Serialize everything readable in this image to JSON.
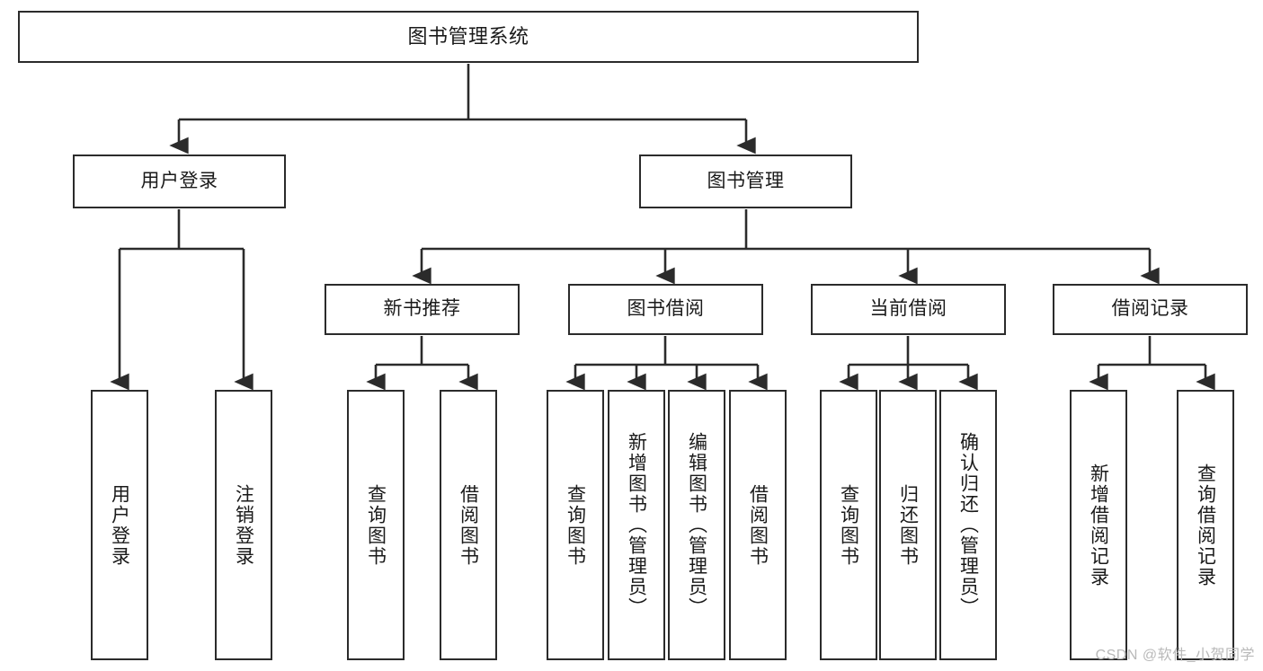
{
  "diagram": {
    "title": "图书管理系统",
    "type": "tree",
    "colors": {
      "border": "#2b2b2b",
      "fill": "#ffffff",
      "edge": "#2b2b2b",
      "text": "#1a1a1a",
      "watermark": "#b9b9b9"
    },
    "watermark": "CSDN @软件_小贺同学",
    "nodes": {
      "root": {
        "label": "图书管理系统"
      },
      "level2": [
        {
          "id": "user-login",
          "label": "用户登录"
        },
        {
          "id": "book-manage",
          "label": "图书管理"
        }
      ],
      "level3": [
        {
          "id": "new-book-rec",
          "label": "新书推荐"
        },
        {
          "id": "book-borrow",
          "label": "图书借阅"
        },
        {
          "id": "current-borrow",
          "label": "当前借阅"
        },
        {
          "id": "borrow-record",
          "label": "借阅记录"
        }
      ],
      "leaves": {
        "user-login": [
          {
            "id": "leaf-user-login",
            "label": "用户登录"
          },
          {
            "id": "leaf-logout",
            "label": "注销登录"
          }
        ],
        "new-book-rec": [
          {
            "id": "leaf-query-book-1",
            "label": "查询图书"
          },
          {
            "id": "leaf-borrow-book-1",
            "label": "借阅图书"
          }
        ],
        "book-borrow": [
          {
            "id": "leaf-query-book-2",
            "label": "查询图书"
          },
          {
            "id": "leaf-add-book",
            "label": "新增图书（管理员）"
          },
          {
            "id": "leaf-edit-book",
            "label": "编辑图书（管理员）"
          },
          {
            "id": "leaf-borrow-book-2",
            "label": "借阅图书"
          }
        ],
        "current-borrow": [
          {
            "id": "leaf-query-book-3",
            "label": "查询图书"
          },
          {
            "id": "leaf-return-book",
            "label": "归还图书"
          },
          {
            "id": "leaf-confirm-return",
            "label": "确认归还（管理员）"
          }
        ],
        "borrow-record": [
          {
            "id": "leaf-add-record",
            "label": "新增借阅记录"
          },
          {
            "id": "leaf-query-record",
            "label": "查询借阅记录"
          }
        ]
      }
    }
  }
}
